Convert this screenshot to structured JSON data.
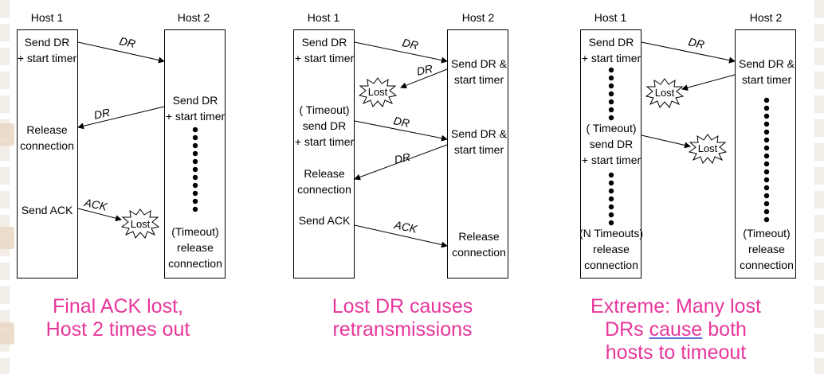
{
  "panels": [
    {
      "host1": "Host 1",
      "host2": "Host 2",
      "host1_texts": [
        "Send DR\n+ start timer",
        "Release\nconnection",
        "Send ACK"
      ],
      "host2_texts": [
        "Send DR\n+ start timer",
        "(Timeout)\nrelease\nconnection"
      ],
      "arrow_labels": [
        "DR",
        "DR",
        "ACK"
      ],
      "lost_labels": [
        "Lost"
      ],
      "caption": "Final ACK lost,\nHost 2 times out"
    },
    {
      "host1": "Host 1",
      "host2": "Host 2",
      "host1_texts": [
        "Send DR\n+ start timer",
        "( Timeout)\nsend DR\n+ start timer",
        "Release\nconnection",
        "Send ACK"
      ],
      "host2_texts": [
        "Send DR &\nstart timer",
        "Send DR &\nstart timer",
        "Release\nconnection"
      ],
      "arrow_labels": [
        "DR",
        "DR",
        "DR",
        "DR",
        "ACK"
      ],
      "lost_labels": [
        "Lost"
      ],
      "caption": "Lost DR causes\nretransmissions"
    },
    {
      "host1": "Host 1",
      "host2": "Host 2",
      "host1_texts": [
        "Send DR\n+ start timer",
        "( Timeout)\nsend DR\n+ start timer",
        "(N Timeouts)\nrelease\nconnection"
      ],
      "host2_texts": [
        "Send DR &\nstart timer",
        "(Timeout)\nrelease\nconnection"
      ],
      "arrow_labels": [
        "DR"
      ],
      "lost_labels": [
        "Lost",
        "Lost"
      ],
      "caption_parts": [
        "Extreme: Many lost\nDRs ",
        "cause",
        " both\nhosts to timeout"
      ]
    }
  ]
}
